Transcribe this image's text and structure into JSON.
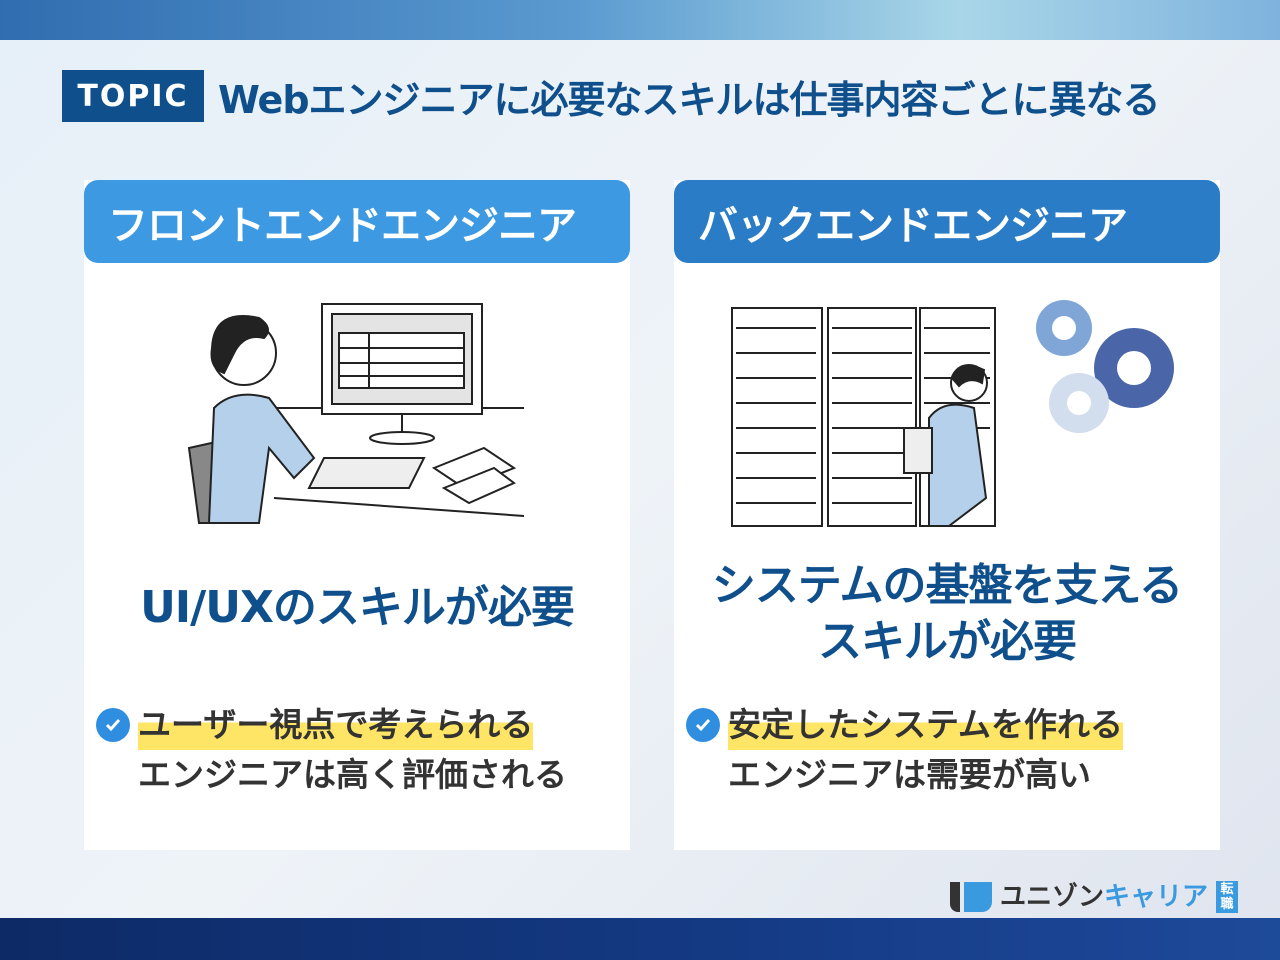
{
  "header": {
    "badge": "TOPIC",
    "title": "Webエンジニアに必要なスキルは仕事内容ごとに異なる"
  },
  "cards": [
    {
      "label": "フロントエンドエンジニア",
      "heading_lines": [
        "UI/UXのスキルが必要"
      ],
      "point_highlight": "ユーザー視点で考えられる",
      "point_rest": "エンジニアは高く評価される"
    },
    {
      "label": "バックエンドエンジニア",
      "heading_lines": [
        "システムの基盤を支える",
        "スキルが必要"
      ],
      "point_highlight": "安定したシステムを作れる",
      "point_rest": "エンジニアは需要が高い"
    }
  ],
  "logo": {
    "main": "ユニゾン",
    "accent": "キャリア",
    "tag": "転職"
  },
  "colors": {
    "primary": "#0e4f8c",
    "accent": "#3d9ae2",
    "highlight": "#ffe566"
  }
}
